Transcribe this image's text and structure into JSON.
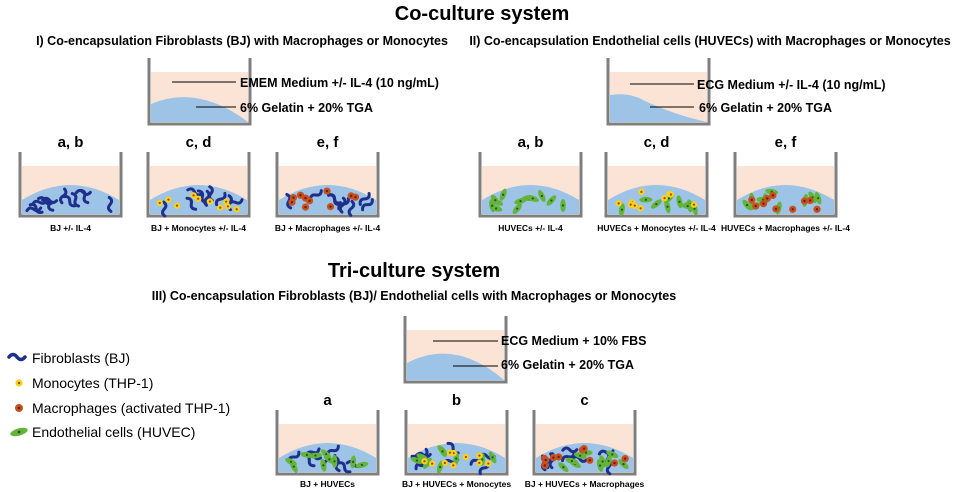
{
  "colors": {
    "medium": "#fbe4d6",
    "gel": "#9dc3e6",
    "wall": "#7f7f7f",
    "fibroblast": "#1f2f8c",
    "monocyte": "#f5d31a",
    "monocyte_core": "#b23b1f",
    "macrophage": "#c8501e",
    "macrophage_core": "#6a1f0c",
    "endothelial": "#64b43c",
    "endothelial_core": "#1f5a10"
  },
  "coculture": {
    "title": "Co-culture system",
    "section1": {
      "heading": "I) Co-encapsulation Fibroblasts (BJ) with Macrophages or Monocytes",
      "medium_label": "EMEM Medium +/- IL-4 (10 ng/mL)",
      "gel_label": "6% Gelatin + 20% TGA",
      "wells": [
        {
          "label": "a, b",
          "caption": "BJ +/- IL-4",
          "cells": [
            "fibroblast"
          ]
        },
        {
          "label": "c, d",
          "caption": "BJ + Monocytes +/- IL-4",
          "cells": [
            "fibroblast",
            "monocyte"
          ]
        },
        {
          "label": "e, f",
          "caption": "BJ + Macrophages +/- IL-4",
          "cells": [
            "fibroblast",
            "macrophage"
          ]
        }
      ]
    },
    "section2": {
      "heading": "II) Co-encapsulation Endothelial cells (HUVECs) with Macrophages or Monocytes",
      "medium_label": "ECG Medium +/- IL-4 (10 ng/mL)",
      "gel_label": "6% Gelatin + 20% TGA",
      "wells": [
        {
          "label": "a, b",
          "caption": "HUVECs +/- IL-4",
          "cells": [
            "endothelial"
          ]
        },
        {
          "label": "c, d",
          "caption": "HUVECs + Monocytes +/- IL-4",
          "cells": [
            "endothelial",
            "monocyte"
          ]
        },
        {
          "label": "e, f",
          "caption": "HUVECs + Macrophages +/- IL-4",
          "cells": [
            "endothelial",
            "macrophage"
          ]
        }
      ]
    }
  },
  "triculture": {
    "title": "Tri-culture system",
    "section3": {
      "heading": "III) Co-encapsulation Fibroblasts (BJ)/ Endothelial cells with Macrophages or Monocytes",
      "medium_label": "ECG Medium + 10% FBS",
      "gel_label": "6% Gelatin + 20% TGA",
      "wells": [
        {
          "label": "a",
          "caption": "BJ + HUVECs",
          "cells": [
            "fibroblast",
            "endothelial"
          ]
        },
        {
          "label": "b",
          "caption": "BJ + HUVECs + Monocytes",
          "cells": [
            "fibroblast",
            "endothelial",
            "monocyte"
          ]
        },
        {
          "label": "c",
          "caption": "BJ + HUVECs + Macrophages",
          "cells": [
            "fibroblast",
            "endothelial",
            "macrophage"
          ]
        }
      ]
    }
  },
  "legend": {
    "items": [
      {
        "type": "fibroblast",
        "label": "Fibroblasts (BJ)"
      },
      {
        "type": "monocyte",
        "label": "Monocytes (THP-1)"
      },
      {
        "type": "macrophage",
        "label": "Macrophages (activated THP-1)"
      },
      {
        "type": "endothelial",
        "label": "Endothelial cells (HUVEC)"
      }
    ]
  }
}
